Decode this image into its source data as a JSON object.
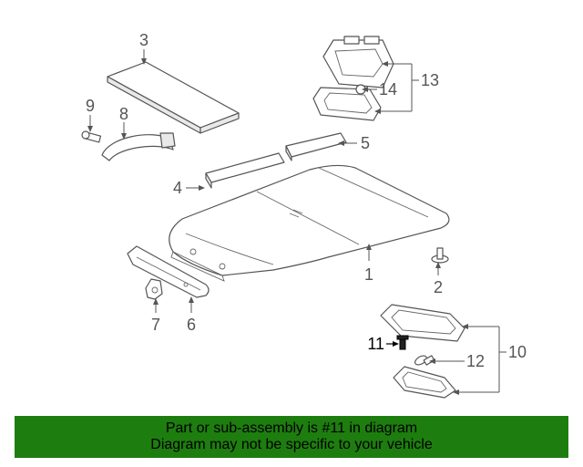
{
  "callouts": {
    "c1": "1",
    "c2": "2",
    "c3": "3",
    "c4": "4",
    "c5": "5",
    "c6": "6",
    "c7": "7",
    "c8": "8",
    "c9": "9",
    "c10": "10",
    "c11": "11",
    "c12": "12",
    "c13": "13",
    "c14": "14"
  },
  "highlighted_part": "11",
  "colors": {
    "banner_background": "#1e7d0f",
    "banner_text": "#000000",
    "line_art": "#555555",
    "highlight_callout": "#000000"
  },
  "banner": {
    "line1": "Part or sub-assembly is #11 in diagram",
    "line2": "Diagram may not be specific to your vehicle"
  }
}
